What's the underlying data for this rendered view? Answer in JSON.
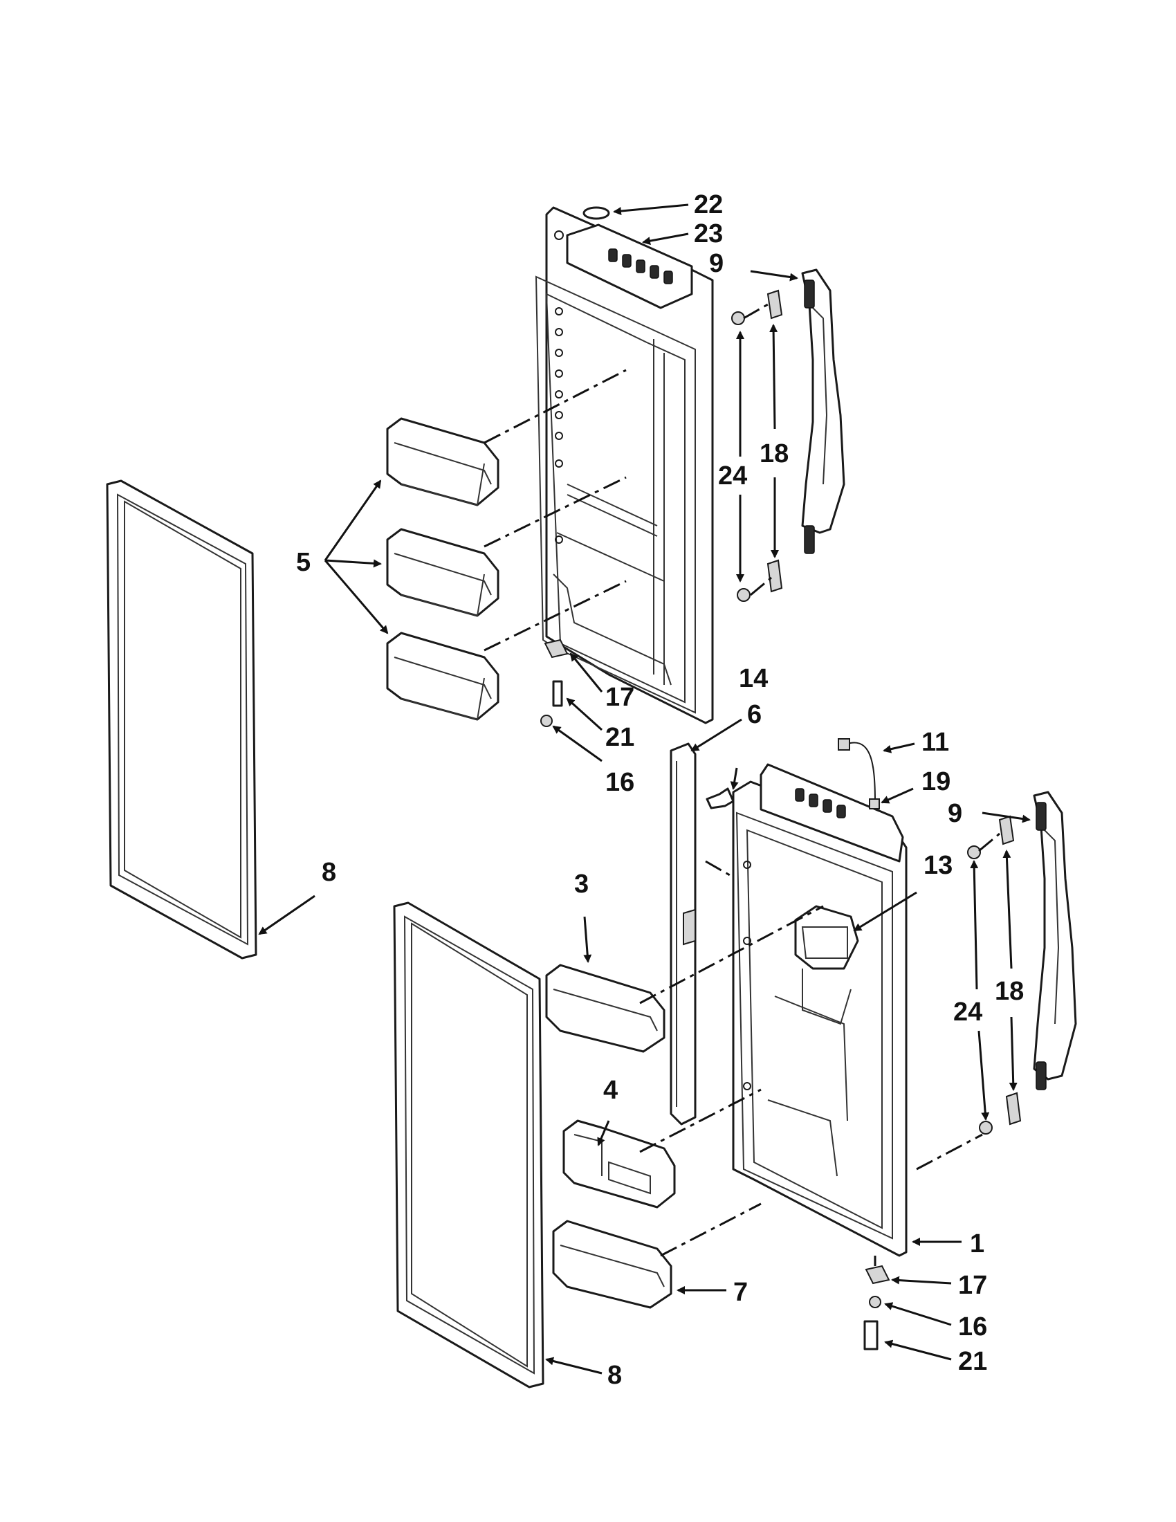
{
  "diagram": {
    "callouts": [
      {
        "id": "c22",
        "text": "22"
      },
      {
        "id": "c23",
        "text": "23"
      },
      {
        "id": "c9a",
        "text": "9"
      },
      {
        "id": "c24a",
        "text": "24"
      },
      {
        "id": "c18a",
        "text": "18"
      },
      {
        "id": "c5",
        "text": "5"
      },
      {
        "id": "c17a",
        "text": "17"
      },
      {
        "id": "c21a",
        "text": "21"
      },
      {
        "id": "c16a",
        "text": "16"
      },
      {
        "id": "c14",
        "text": "14"
      },
      {
        "id": "c6",
        "text": "6"
      },
      {
        "id": "c11",
        "text": "11"
      },
      {
        "id": "c19",
        "text": "19"
      },
      {
        "id": "c9b",
        "text": "9"
      },
      {
        "id": "c13",
        "text": "13"
      },
      {
        "id": "c8a",
        "text": "8"
      },
      {
        "id": "c3",
        "text": "3"
      },
      {
        "id": "c24b",
        "text": "24"
      },
      {
        "id": "c18b",
        "text": "18"
      },
      {
        "id": "c4",
        "text": "4"
      },
      {
        "id": "c1",
        "text": "1"
      },
      {
        "id": "c17b",
        "text": "17"
      },
      {
        "id": "c7",
        "text": "7"
      },
      {
        "id": "c16b",
        "text": "16"
      },
      {
        "id": "c21b",
        "text": "21"
      },
      {
        "id": "c8b",
        "text": "8"
      }
    ]
  }
}
